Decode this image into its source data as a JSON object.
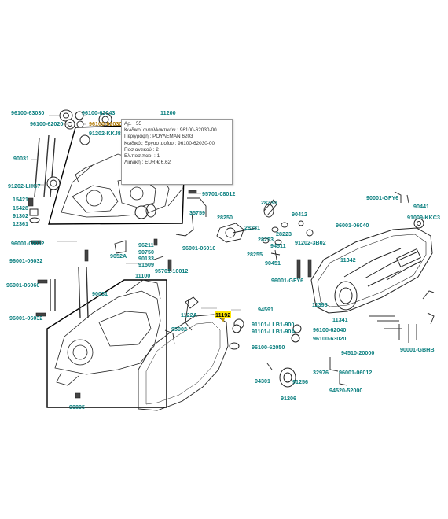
{
  "parts": [
    {
      "id": "p1",
      "text": "96100-63030"
    },
    {
      "id": "p2",
      "text": "96100-62043"
    },
    {
      "id": "p3",
      "text": "11200"
    },
    {
      "id": "p4",
      "text": "96100-62020"
    },
    {
      "id": "p5",
      "text": "96100-62030",
      "hl2": true
    },
    {
      "id": "p6",
      "text": "91202-KKJ8"
    },
    {
      "id": "p7",
      "text": "90031"
    },
    {
      "id": "p8",
      "text": "91202-LHG7"
    },
    {
      "id": "p9",
      "text": "15421"
    },
    {
      "id": "p10",
      "text": "15428"
    },
    {
      "id": "p11",
      "text": "91302"
    },
    {
      "id": "p12",
      "text": "12361"
    },
    {
      "id": "p13",
      "text": "95701-08012"
    },
    {
      "id": "p14",
      "text": "90001-GFY6"
    },
    {
      "id": "p15",
      "text": "90441"
    },
    {
      "id": "p16",
      "text": "28230"
    },
    {
      "id": "p17",
      "text": "35759"
    },
    {
      "id": "p18",
      "text": "90412"
    },
    {
      "id": "p19",
      "text": "91009-KKC3"
    },
    {
      "id": "p20",
      "text": "28250"
    },
    {
      "id": "p21",
      "text": "28281"
    },
    {
      "id": "p22",
      "text": "28223"
    },
    {
      "id": "p23",
      "text": "28253"
    },
    {
      "id": "p24",
      "text": "96001-06040"
    },
    {
      "id": "p25",
      "text": "96001-06032"
    },
    {
      "id": "p26",
      "text": "96211"
    },
    {
      "id": "p27",
      "text": "90750"
    },
    {
      "id": "p28",
      "text": "90133"
    },
    {
      "id": "p29",
      "text": "91509"
    },
    {
      "id": "p30",
      "text": "9052A"
    },
    {
      "id": "p31",
      "text": "96001-06010"
    },
    {
      "id": "p32",
      "text": "94511"
    },
    {
      "id": "p33",
      "text": "28255"
    },
    {
      "id": "p34",
      "text": "91202-3B02"
    },
    {
      "id": "p35",
      "text": "90451"
    },
    {
      "id": "p36",
      "text": "11342"
    },
    {
      "id": "p37",
      "text": "96001-06032"
    },
    {
      "id": "p38",
      "text": "95701-10012"
    },
    {
      "id": "p39",
      "text": "11100"
    },
    {
      "id": "p40",
      "text": "96001-GFY6"
    },
    {
      "id": "p41",
      "text": "96001-06060"
    },
    {
      "id": "p42",
      "text": "90031"
    },
    {
      "id": "p43",
      "text": "11395"
    },
    {
      "id": "p44",
      "text": "94591"
    },
    {
      "id": "p45",
      "text": "1122A"
    },
    {
      "id": "p46",
      "text": "11192",
      "hl": true
    },
    {
      "id": "p47",
      "text": "11341"
    },
    {
      "id": "p48",
      "text": "96001-06032"
    },
    {
      "id": "p49",
      "text": "95002"
    },
    {
      "id": "p50",
      "text": "91101-LLB1-900"
    },
    {
      "id": "p51",
      "text": "91101-LLB1-90A"
    },
    {
      "id": "p52",
      "text": "96100-62040"
    },
    {
      "id": "p53",
      "text": "96100-63020"
    },
    {
      "id": "p54",
      "text": "90001-GBHB"
    },
    {
      "id": "p55",
      "text": "96100-62050"
    },
    {
      "id": "p56",
      "text": "94510-20000"
    },
    {
      "id": "p57",
      "text": "32976"
    },
    {
      "id": "p58",
      "text": "96001-06012"
    },
    {
      "id": "p59",
      "text": "94301"
    },
    {
      "id": "p60",
      "text": "91256"
    },
    {
      "id": "p61",
      "text": "94520-52000"
    },
    {
      "id": "p62",
      "text": "91206"
    },
    {
      "id": "p63",
      "text": "90805"
    }
  ],
  "tooltip": {
    "lines": [
      "Αρ. : 55",
      "Κωδικοί ανταλλακτικών : 96100-62030-00",
      "Περιγραφή : ΡΟΥΛΕΜΑΝ 6203",
      "Κωδικός Εργοστασίου : 96100-62030-00",
      "Ποσ αντικού : 2",
      "Ελ.ποσ.παρ. : 1",
      "Λιανική : EUR € 6.62"
    ]
  }
}
